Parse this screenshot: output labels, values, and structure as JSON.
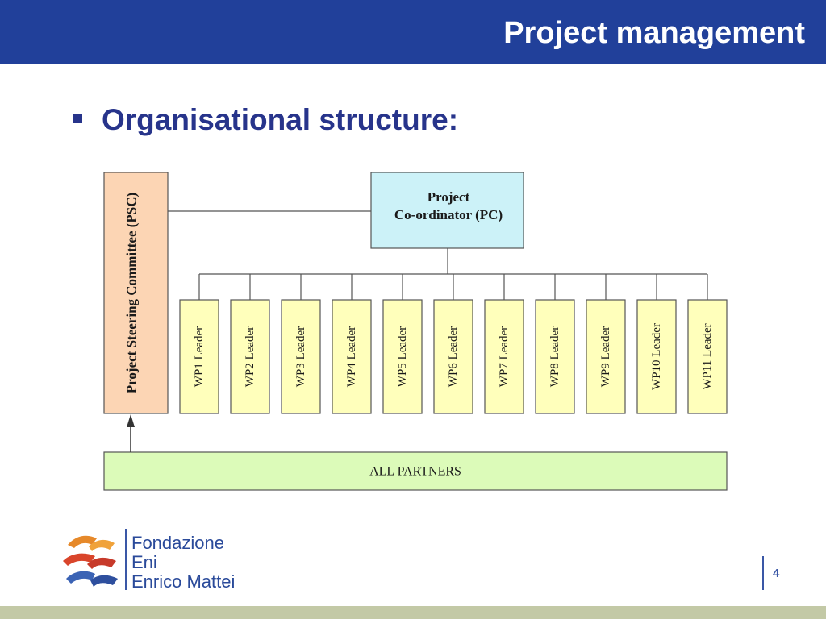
{
  "header": {
    "title": "Project management"
  },
  "content": {
    "heading": "Organisational structure:"
  },
  "diagram": {
    "steering_committee": "Project Steering Committee (PSC)",
    "coordinator_lines": [
      "Project",
      "Co-ordinator (PC)"
    ],
    "work_packages": [
      "WP1 Leader",
      "WP2 Leader",
      "WP3 Leader",
      "WP4 Leader",
      "WP5 Leader",
      "WP6 Leader",
      "WP7 Leader",
      "WP8 Leader",
      "WP9 Leader",
      "WP10 Leader",
      "WP11 Leader"
    ],
    "partners": "ALL PARTNERS",
    "colors": {
      "psc_fill": "#fcd5b4",
      "coordinator_fill": "#ccf2f8",
      "wp_fill": "#ffffbb",
      "partners_fill": "#dcfbb9"
    }
  },
  "footer": {
    "logo_lines": [
      "Fondazione",
      "Eni",
      "Enrico Mattei"
    ],
    "page_number": "4"
  }
}
